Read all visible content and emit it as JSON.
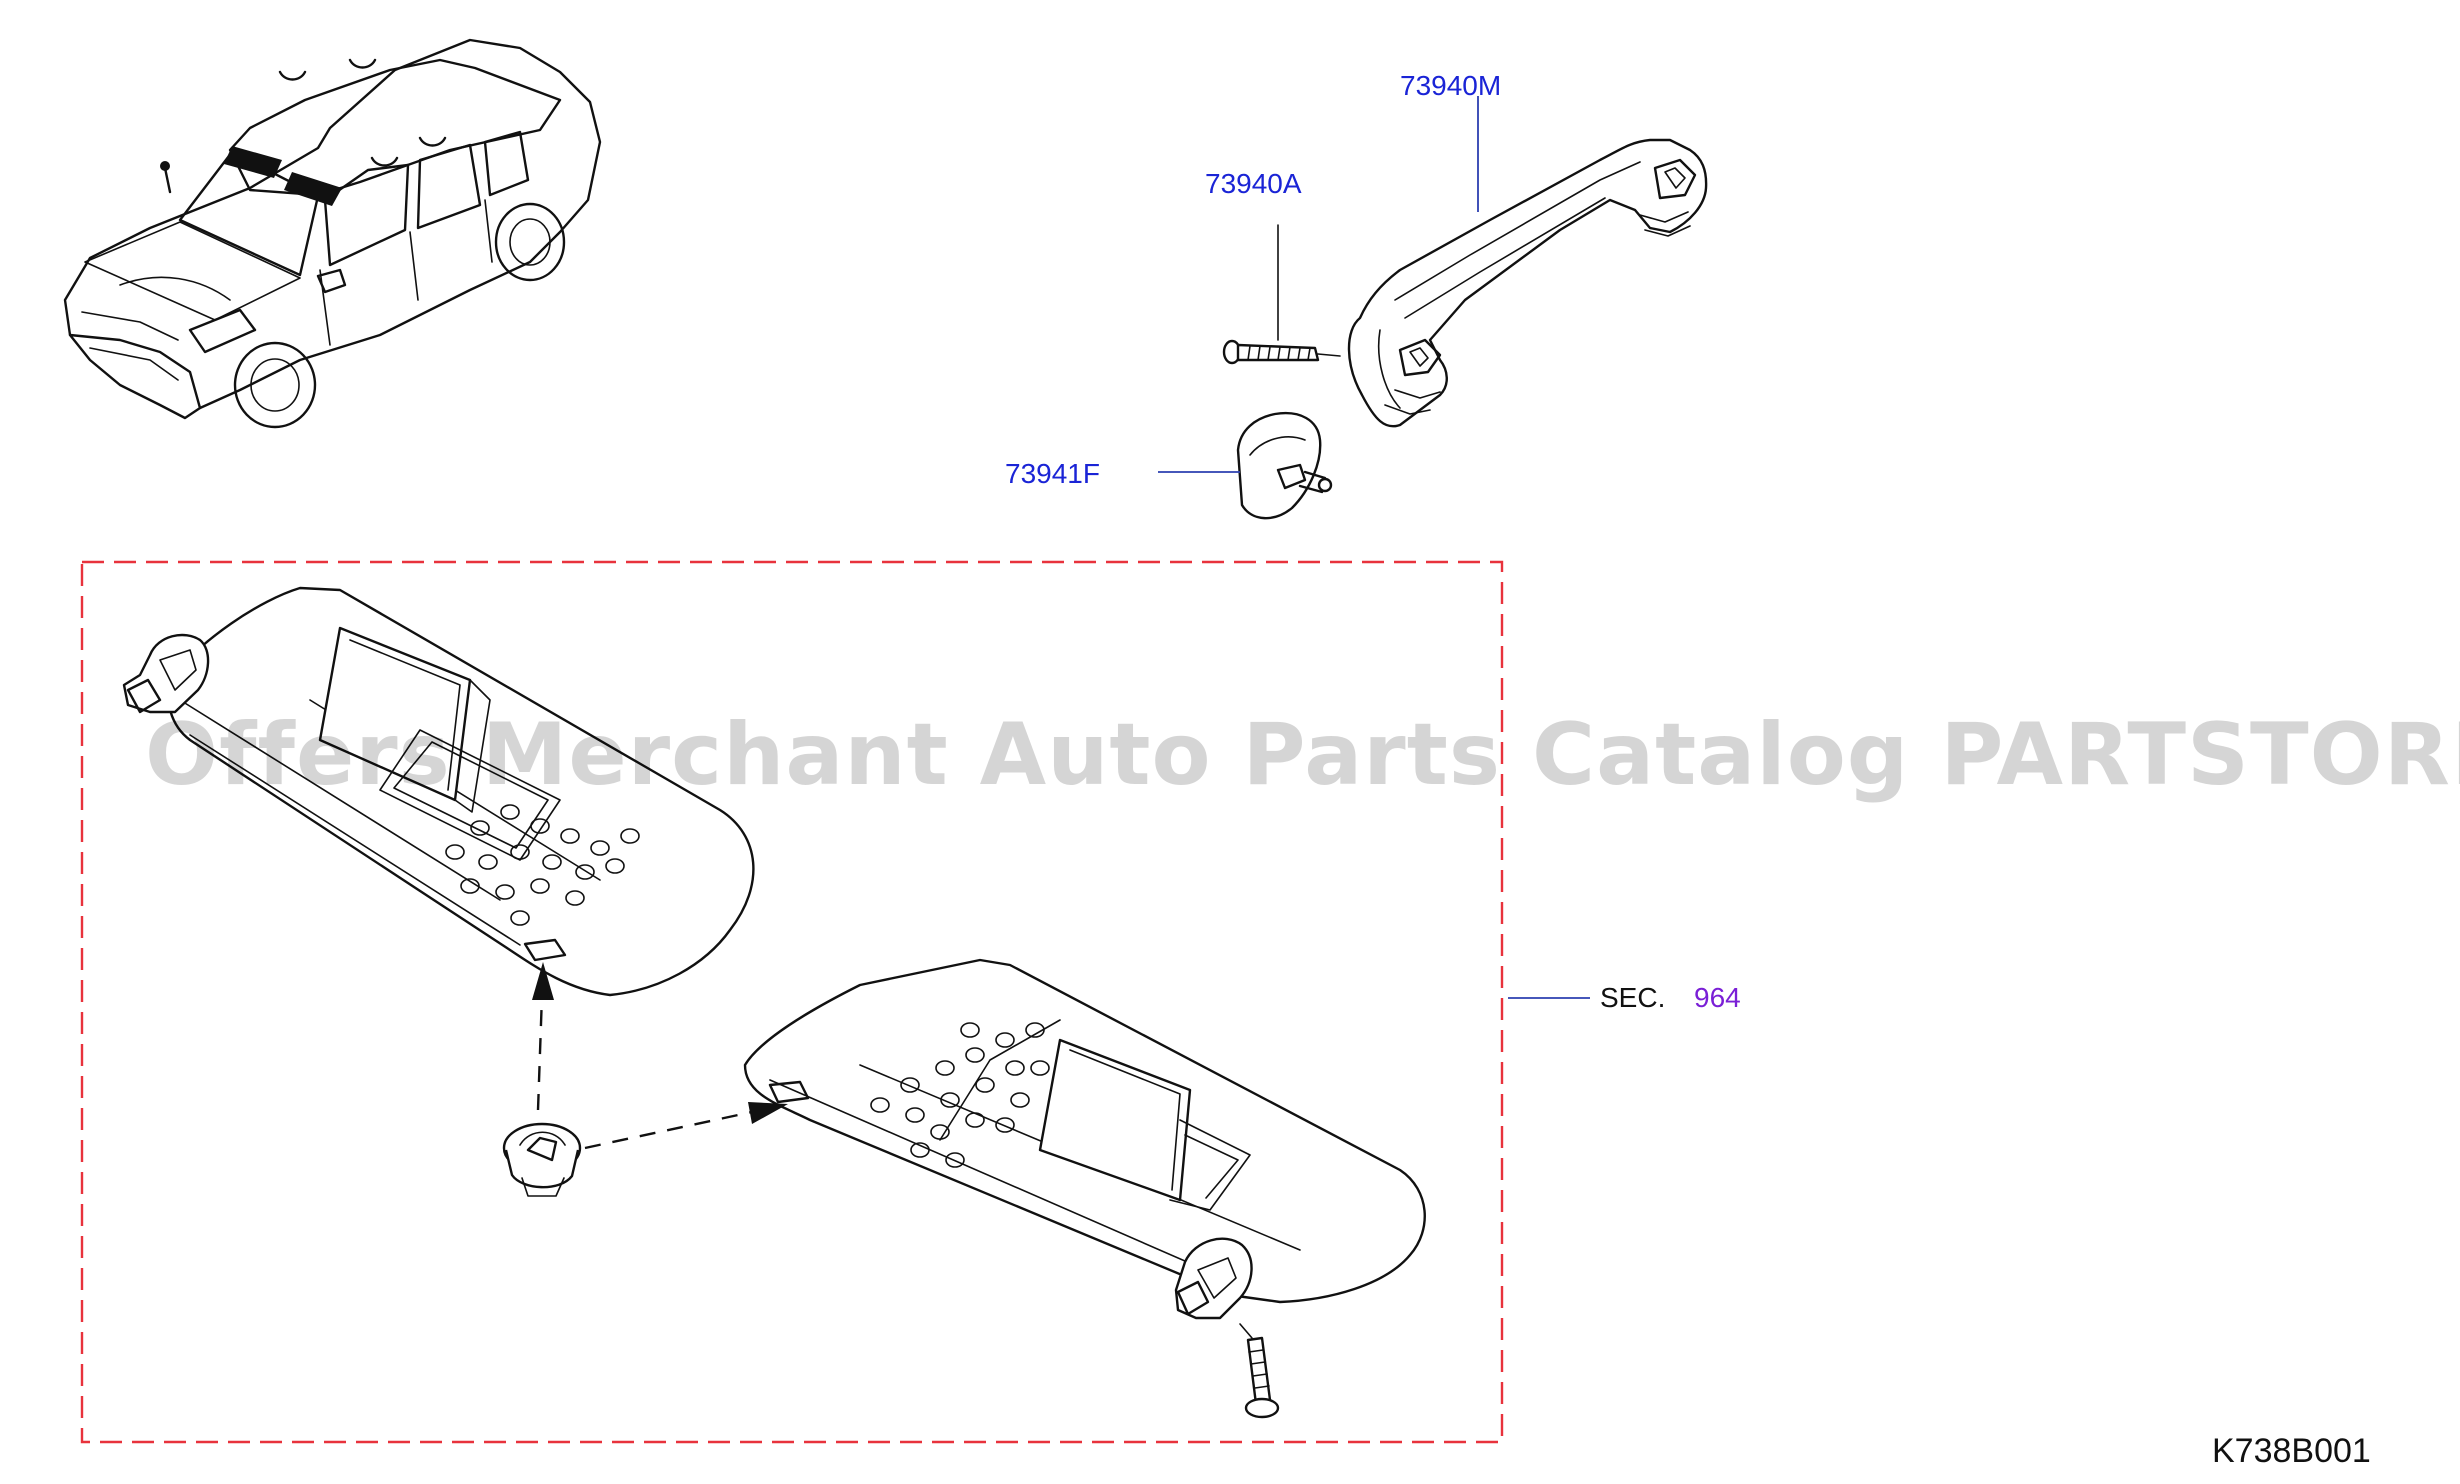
{
  "callouts": {
    "assist_grip": "73940M",
    "grip_screw": "73940A",
    "grip_cover": "73941F"
  },
  "section_ref": {
    "prefix": "SEC.",
    "number": "964"
  },
  "watermark": "Offers Merchant Auto Parts Catalog PARTSTORE.SA",
  "diagram_code": "K738B001",
  "colors": {
    "part_number": "#1a24d6",
    "section_number": "#7a1fd6",
    "frame": "#e8323c"
  }
}
